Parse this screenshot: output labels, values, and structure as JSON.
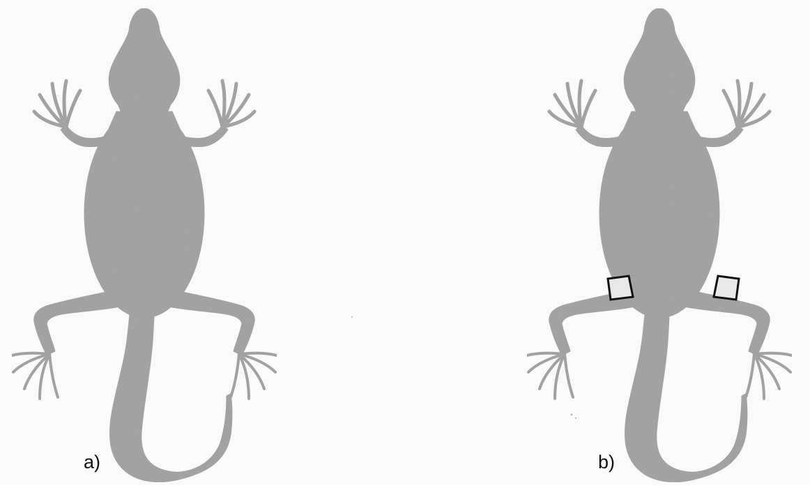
{
  "panels": [
    {
      "id": "a",
      "label": "a)",
      "subject": "gecko",
      "bands_on_thighs": false
    },
    {
      "id": "b",
      "label": "b)",
      "subject": "gecko",
      "bands_on_thighs": true
    }
  ],
  "colors": {
    "background": "#fafafa",
    "silhouette": "#9c9c9c",
    "band_fill": "#e8e8e8",
    "band_stroke": "#111111",
    "label_text": "#111111"
  }
}
